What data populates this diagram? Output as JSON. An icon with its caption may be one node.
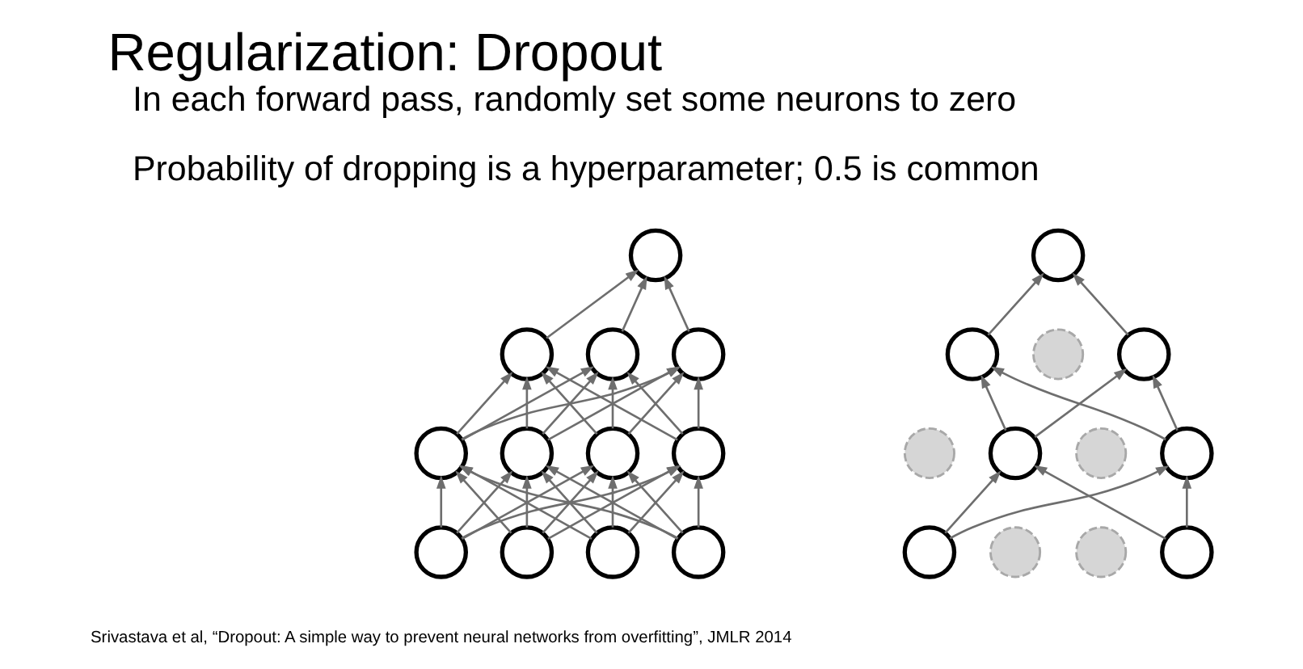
{
  "diagram": {
    "title": "Regularization: Dropout",
    "nodes": [
      {
        "text": [],
        "shape": "circle"
      },
      {
        "text": [],
        "shape": "circle"
      },
      {
        "text": [],
        "shape": "circle"
      },
      {
        "text": [],
        "shape": "circle"
      },
      {
        "text": [],
        "shape": "circle"
      },
      {
        "text": [],
        "shape": "circle"
      },
      {
        "text": [],
        "shape": "circle"
      },
      {
        "text": [],
        "shape": "circle"
      },
      {
        "text": [],
        "shape": "circle"
      },
      {
        "text": [],
        "shape": "circle"
      },
      {
        "text": [],
        "shape": "circle"
      },
      {
        "text": [],
        "shape": "circle"
      },
      {
        "text": [],
        "shape": "circle"
      },
      {
        "text": [],
        "shape": "circle"
      },
      {
        "text": [],
        "shape": "circle"
      },
      {
        "text": [],
        "shape": "circle"
      },
      {
        "text": [],
        "shape": "circle"
      },
      {
        "text": [],
        "shape": "circle"
      },
      {
        "text": [],
        "shape": "circle"
      },
      {
        "text": [],
        "shape": "circle"
      },
      {
        "text": [],
        "shape": "circle"
      },
      {
        "text": [],
        "shape": "circle"
      },
      {
        "text": [],
        "shape": "circle"
      },
      {
        "text": [],
        "shape": "circle"
      }
    ],
    "edges": [
      {
        "from": 8,
        "to": 4,
        "arrow": "to"
      },
      {
        "from": 8,
        "to": 5,
        "arrow": "to"
      },
      {
        "from": 8,
        "to": 6,
        "arrow": "to"
      },
      {
        "from": 8,
        "to": 7,
        "arrow": "to"
      },
      {
        "from": 9,
        "to": 4,
        "arrow": "to"
      },
      {
        "from": 9,
        "to": 5,
        "arrow": "to"
      },
      {
        "from": 9,
        "to": 6,
        "arrow": "to"
      },
      {
        "from": 9,
        "to": 7,
        "arrow": "to"
      },
      {
        "from": 10,
        "to": 4,
        "arrow": "to"
      },
      {
        "from": 10,
        "to": 5,
        "arrow": "to"
      },
      {
        "from": 10,
        "to": 6,
        "arrow": "to"
      },
      {
        "from": 10,
        "to": 7,
        "arrow": "to"
      },
      {
        "from": 11,
        "to": 4,
        "arrow": "to"
      },
      {
        "from": 11,
        "to": 5,
        "arrow": "to"
      },
      {
        "from": 11,
        "to": 6,
        "arrow": "to"
      },
      {
        "from": 11,
        "to": 7,
        "arrow": "to"
      },
      {
        "from": 4,
        "to": 1,
        "arrow": "to"
      },
      {
        "from": 4,
        "to": 2,
        "arrow": "to"
      },
      {
        "from": 4,
        "to": 3,
        "arrow": "to"
      },
      {
        "from": 5,
        "to": 1,
        "arrow": "to"
      },
      {
        "from": 5,
        "to": 2,
        "arrow": "to"
      },
      {
        "from": 5,
        "to": 3,
        "arrow": "to"
      },
      {
        "from": 6,
        "to": 1,
        "arrow": "to"
      },
      {
        "from": 6,
        "to": 2,
        "arrow": "to"
      },
      {
        "from": 6,
        "to": 3,
        "arrow": "to"
      },
      {
        "from": 7,
        "to": 1,
        "arrow": "to"
      },
      {
        "from": 7,
        "to": 2,
        "arrow": "to"
      },
      {
        "from": 7,
        "to": 3,
        "arrow": "to"
      },
      {
        "from": 1,
        "to": 0,
        "arrow": "to"
      },
      {
        "from": 2,
        "to": 0,
        "arrow": "to"
      },
      {
        "from": 3,
        "to": 0,
        "arrow": "to"
      },
      {
        "from": 20,
        "to": 17,
        "arrow": "to"
      },
      {
        "from": 20,
        "to": 19,
        "arrow": "to"
      },
      {
        "from": 23,
        "to": 17,
        "arrow": "to"
      },
      {
        "from": 23,
        "to": 19,
        "arrow": "to"
      },
      {
        "from": 17,
        "to": 13,
        "arrow": "to"
      },
      {
        "from": 17,
        "to": 15,
        "arrow": "to"
      },
      {
        "from": 19,
        "to": 13,
        "arrow": "to"
      },
      {
        "from": 19,
        "to": 15,
        "arrow": "to"
      },
      {
        "from": 13,
        "to": 12,
        "arrow": "to"
      },
      {
        "from": 15,
        "to": 12,
        "arrow": "to"
      }
    ],
    "labels": [
      "In each forward pass, randomly set some neurons to zero",
      "Probability of dropping is a hyperparameter; 0.5 is common",
      "Srivastava et al, “Dropout: A simple way to prevent neural networks from overfitting”, JMLR 2014"
    ]
  }
}
